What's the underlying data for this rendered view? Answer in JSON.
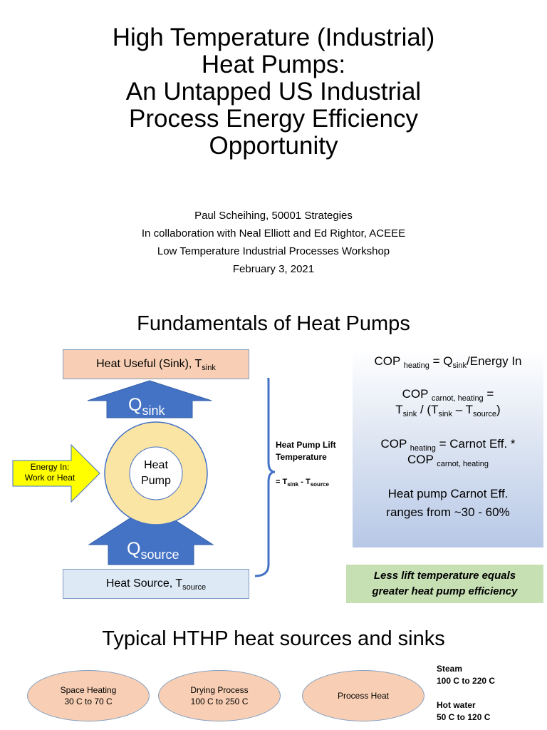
{
  "title": {
    "line1": "High Temperature (Industrial)",
    "line2": "Heat Pumps:",
    "line3": "An Untapped US Industrial",
    "line4": "Process Energy Efficiency",
    "line5": "Opportunity"
  },
  "subtitle": {
    "author": "Paul Scheihing, 50001 Strategies",
    "collab": "In collaboration with Neal Elliott and Ed Rightor, ACEEE",
    "event": "Low Temperature Industrial Processes Workshop",
    "date": "February 3, 2021"
  },
  "fundamentals": {
    "heading": "Fundamentals of Heat Pumps",
    "sink_box": {
      "text": "Heat Useful (Sink), T",
      "sub": "sink"
    },
    "source_box": {
      "text": "Heat Source, T",
      "sub": "source"
    },
    "q_sink": {
      "main": "Q",
      "sub": "sink"
    },
    "q_source": {
      "main": "Q",
      "sub": "source"
    },
    "heat_pump": {
      "line1": "Heat",
      "line2": "Pump"
    },
    "energy_in": {
      "line1": "Energy In:",
      "line2": "Work or Heat"
    },
    "lift": {
      "line1": "Heat Pump Lift",
      "line2": "Temperature",
      "formula_eq": "= T",
      "formula_sub1": "sink",
      "formula_minus": " - T",
      "formula_sub2": "source"
    },
    "formulas": {
      "f1_a": "COP ",
      "f1_sub": "heating",
      "f1_b": " = Q",
      "f1_sub2": "sink",
      "f1_c": "/Energy In",
      "f2_a": "COP ",
      "f2_sub": "carnot, heating",
      "f2_b": " =",
      "f2_c": "T",
      "f2_sub2": "sink",
      "f2_d": " / (T",
      "f2_sub3": "sink",
      "f2_e": " – T",
      "f2_sub4": "source",
      "f2_f": ")",
      "f3_a": "COP ",
      "f3_sub": "heating",
      "f3_b": " =   Carnot Eff. *",
      "f3_c": "COP ",
      "f3_sub2": "carnot, heating",
      "f4_line1": "Heat pump Carnot Eff.",
      "f4_line2": "ranges from ~30 - 60%"
    },
    "note": {
      "line1": "Less lift temperature equals",
      "line2": "greater heat pump efficiency"
    }
  },
  "sources_sinks": {
    "heading": "Typical HTHP heat sources and sinks",
    "ellipses": [
      {
        "line1": "Space Heating",
        "line2": "30 C to 70 C"
      },
      {
        "line1": "Drying Process",
        "line2": "100 C to 250 C"
      },
      {
        "line1": "Process Heat",
        "line2": ""
      }
    ],
    "sinks": {
      "steam_label": "Steam",
      "steam_range": "100 C to 220 C",
      "water_label": "Hot water",
      "water_range": "50 C to 120 C"
    }
  },
  "colors": {
    "arrow_blue": "#4472c4",
    "ring_fill": "#fbe5a4",
    "energy_arrow": "#ffff00",
    "sink_fill": "#f8cfb4",
    "source_fill": "#dde9f5",
    "note_fill": "#c6e0b4"
  }
}
